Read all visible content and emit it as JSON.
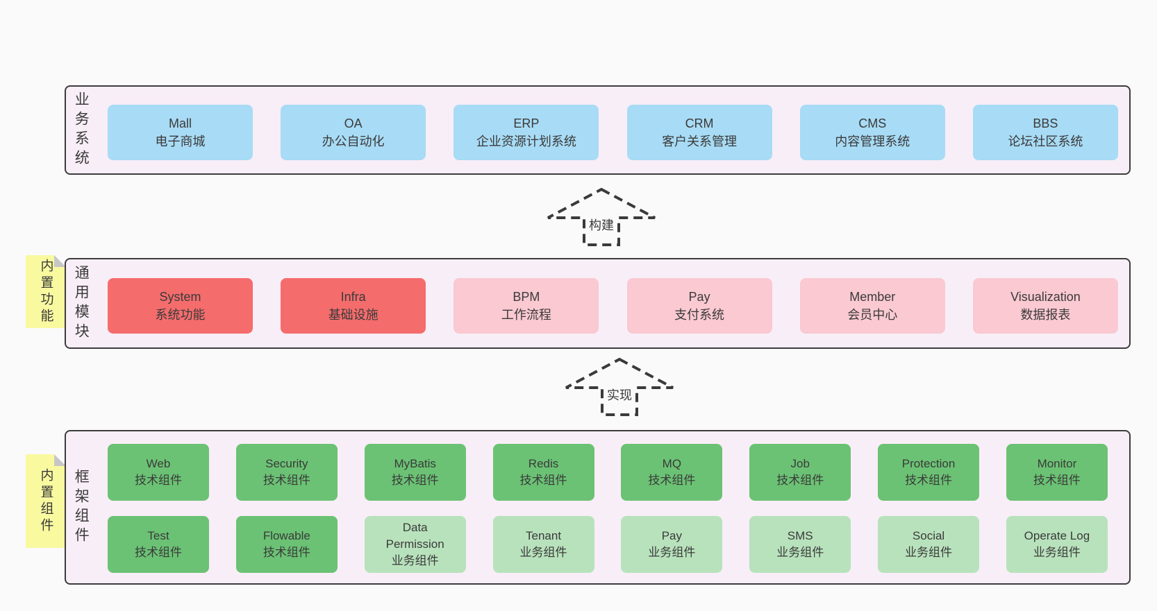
{
  "colors": {
    "page_bg": "#fafafa",
    "panel_bg": "#f8eef7",
    "panel_border": "#3c3c3c",
    "box_blue": "#a8dbf5",
    "box_red": "#f56c6c",
    "box_pink": "#fac9d1",
    "box_green": "#6bc274",
    "box_green_light": "#b8e2bc",
    "note_yellow": "#f9f9a0",
    "note_fold": "#c6c6c6",
    "text": "#3a3a3a",
    "arrow": "#3a3a3a"
  },
  "notes": {
    "features": "内置功能",
    "components": "内置组件"
  },
  "arrows": [
    {
      "label": "构建"
    },
    {
      "label": "实现"
    }
  ],
  "sections": {
    "business": {
      "label": "业务系统",
      "boxes": [
        {
          "name": "Mall",
          "desc": "电子商城"
        },
        {
          "name": "OA",
          "desc": "办公自动化"
        },
        {
          "name": "ERP",
          "desc": "企业资源计划系统"
        },
        {
          "name": "CRM",
          "desc": "客户关系管理"
        },
        {
          "name": "CMS",
          "desc": "内容管理系统"
        },
        {
          "name": "BBS",
          "desc": "论坛社区系统"
        }
      ]
    },
    "modules": {
      "label": "通用模块",
      "boxes": [
        {
          "name": "System",
          "desc": "系统功能"
        },
        {
          "name": "Infra",
          "desc": "基础设施"
        },
        {
          "name": "BPM",
          "desc": "工作流程"
        },
        {
          "name": "Pay",
          "desc": "支付系统"
        },
        {
          "name": "Member",
          "desc": "会员中心"
        },
        {
          "name": "Visualization",
          "desc": "数据报表"
        }
      ]
    },
    "components": {
      "label": "框架组件",
      "rows": [
        [
          {
            "name": "Web",
            "desc": "技术组件"
          },
          {
            "name": "Security",
            "desc": "技术组件"
          },
          {
            "name": "MyBatis",
            "desc": "技术组件"
          },
          {
            "name": "Redis",
            "desc": "技术组件"
          },
          {
            "name": "MQ",
            "desc": "技术组件"
          },
          {
            "name": "Job",
            "desc": "技术组件"
          },
          {
            "name": "Protection",
            "desc": "技术组件"
          },
          {
            "name": "Monitor",
            "desc": "技术组件"
          }
        ],
        [
          {
            "name": "Test",
            "desc": "技术组件"
          },
          {
            "name": "Flowable",
            "desc": "技术组件"
          },
          {
            "name": "Data Permission",
            "desc": "业务组件"
          },
          {
            "name": "Tenant",
            "desc": "业务组件"
          },
          {
            "name": "Pay",
            "desc": "业务组件"
          },
          {
            "name": "SMS",
            "desc": "业务组件"
          },
          {
            "name": "Social",
            "desc": "业务组件"
          },
          {
            "name": "Operate Log",
            "desc": "业务组件"
          }
        ]
      ]
    }
  }
}
